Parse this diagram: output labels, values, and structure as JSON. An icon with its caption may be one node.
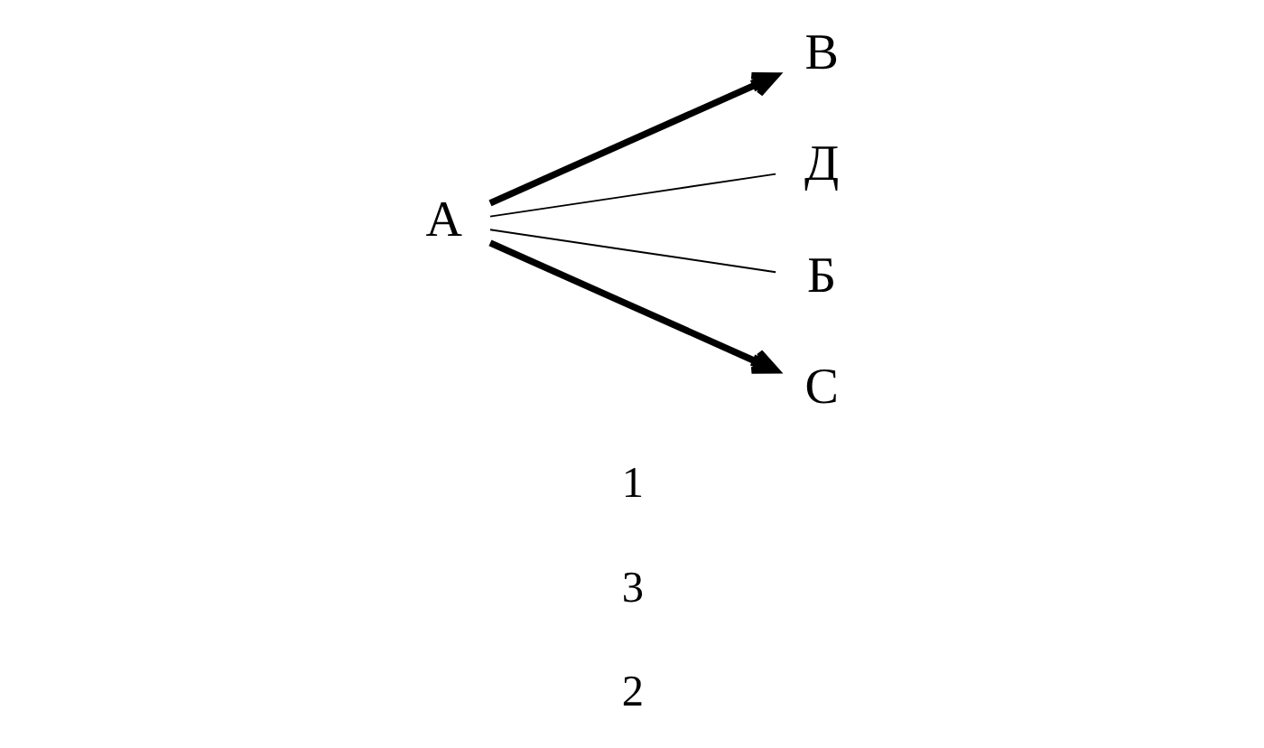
{
  "diagram": {
    "nodes": [
      {
        "text": [
          "В"
        ]
      },
      {
        "text": [
          "А"
        ]
      },
      {
        "text": [
          "Д"
        ]
      },
      {
        "text": [
          "Б"
        ]
      },
      {
        "text": [
          "С"
        ]
      }
    ],
    "edges": [
      {
        "from": 1,
        "to": 0,
        "arrow": "to",
        "style": "thick"
      },
      {
        "from": 1,
        "to": 2,
        "arrow": "none"
      },
      {
        "from": 1,
        "to": 3,
        "arrow": "none"
      },
      {
        "from": 1,
        "to": 4,
        "arrow": "to",
        "style": "thick"
      }
    ],
    "labels": [
      "1",
      "3",
      "2"
    ]
  }
}
